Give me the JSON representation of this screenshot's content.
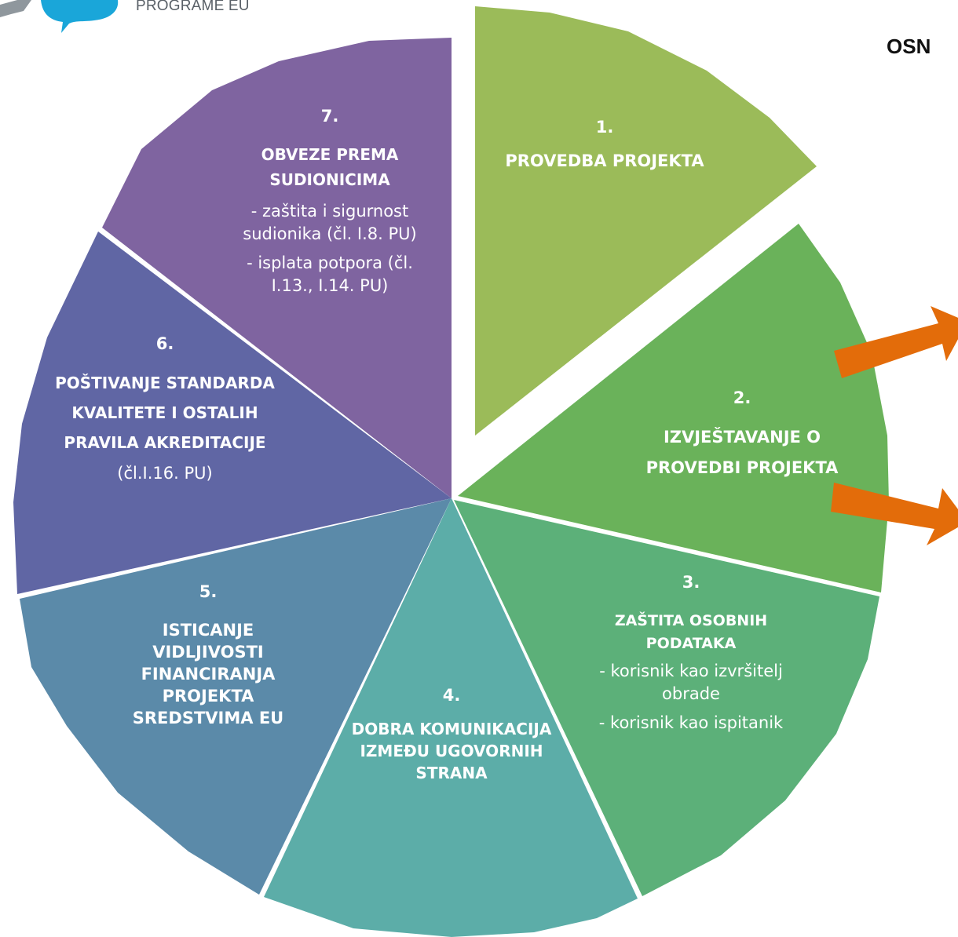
{
  "logo": {
    "text": "PROGRAME EU",
    "colors": {
      "bubble": "#1aa6d9",
      "arrow": "#8f979d"
    }
  },
  "heading": "OSN",
  "segments": [
    {
      "number": "1.",
      "title": "PROVEDBA PROJEKTA",
      "items": [],
      "color": "#9bbb59"
    },
    {
      "number": "2.",
      "title": "IZVJEŠTAVANJE O PROVEDBI PROJEKTA",
      "items": [],
      "color": "#6ab25a"
    },
    {
      "number": "3.",
      "title": "ZAŠTITA OSOBNIH PODATAKA",
      "items": [
        "- korisnik kao izvršitelj obrade",
        "- korisnik kao ispitanik"
      ],
      "color": "#5cb079"
    },
    {
      "number": "4.",
      "title": "DOBRA KOMUNIKACIJA IZMEĐU UGOVORNIH STRANA",
      "items": [],
      "color": "#5cada8"
    },
    {
      "number": "5.",
      "title": "ISTICANJE VIDLJIVOSTI FINANCIRANJA PROJEKTA SREDSTVIMA EU",
      "items": [],
      "color": "#5b8aa9"
    },
    {
      "number": "6.",
      "title": "POŠTIVANJE STANDARDA KVALITETE I OSTALIH PRAVILA AKREDITACIJE",
      "items": [
        "(čl.I.16. PU)"
      ],
      "color": "#6066a4"
    },
    {
      "number": "7.",
      "title": "OBVEZE PREMA SUDIONICIMA",
      "items": [
        "- zaštita i sigurnost sudionika (čl. I.8. PU)",
        "- isplata potpora (čl. I.13., I.14. PU)"
      ],
      "color": "#7f64a0"
    }
  ],
  "arrow_color": "#e36c0a"
}
